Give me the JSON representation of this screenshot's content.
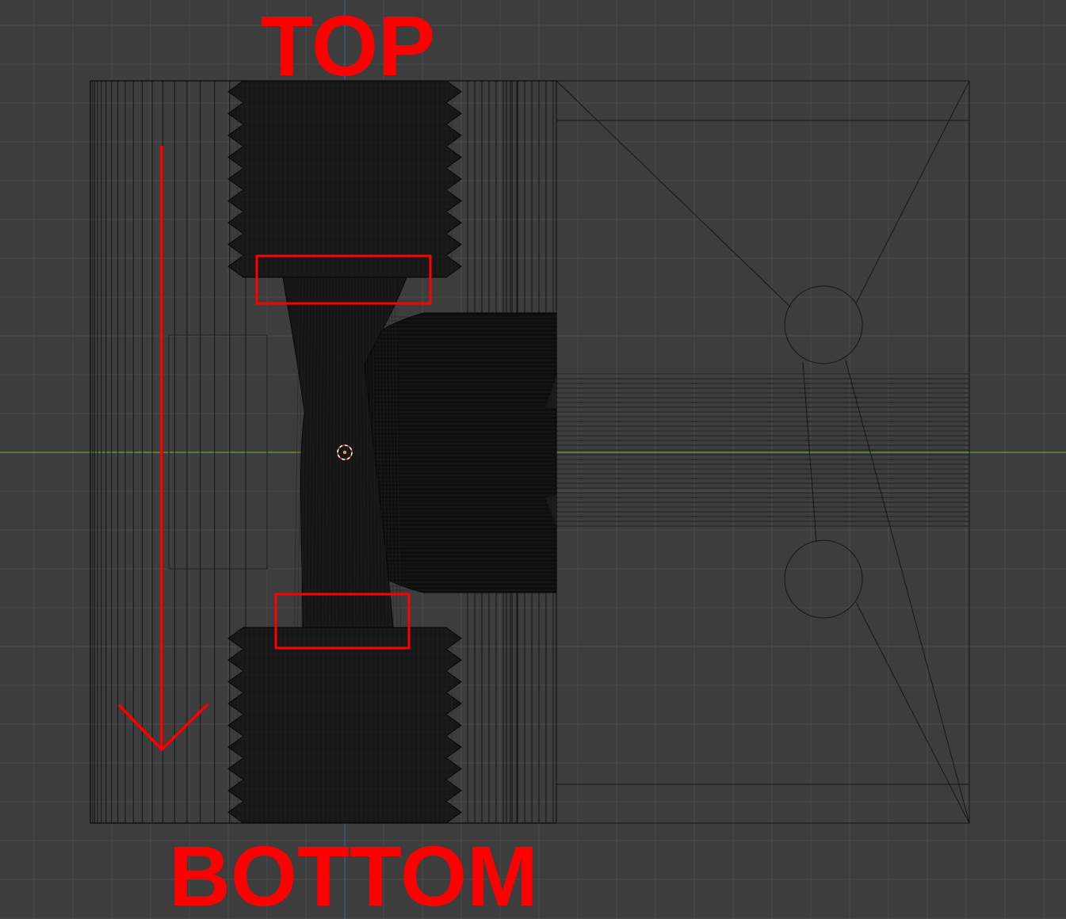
{
  "viewport": {
    "background_color": "#3d3d3d",
    "grid_color": "#4a4a4a",
    "x_axis_color": "#6a8f2a",
    "y_axis_color": "#3f5e9c",
    "wire_color": "#0a0a0a"
  },
  "annotations": {
    "top_label": "TOP",
    "bottom_label": "BOTTOM",
    "color": "#ff0000"
  },
  "objects": {
    "left_block": "wireframe-block",
    "top_thread": "threaded-section",
    "bottom_thread": "threaded-section",
    "neck": "tapered-neck",
    "dome": "hemisphere",
    "right_block": "wireframe-box"
  },
  "icons": {
    "origin": "3d-cursor-icon",
    "direction": "down-arrow-icon"
  }
}
